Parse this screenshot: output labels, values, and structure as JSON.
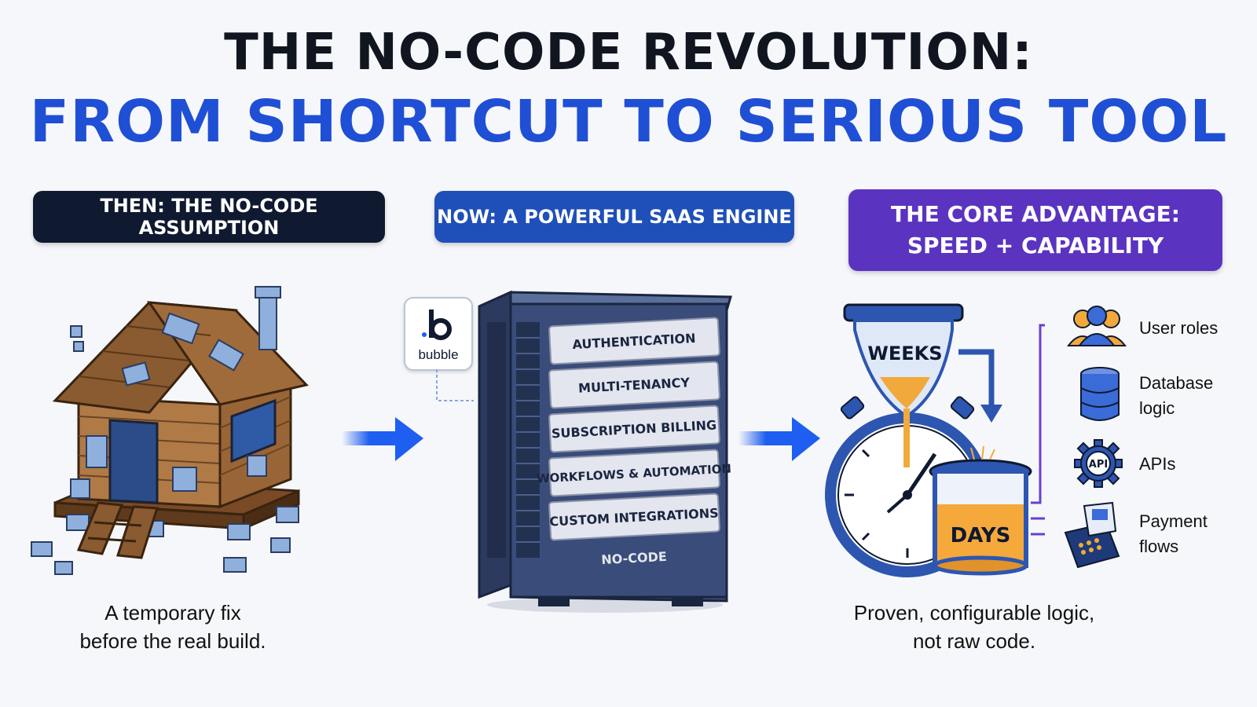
{
  "title": {
    "line1": "THE NO-CODE REVOLUTION:",
    "line2": "FROM SHORTCUT TO SERIOUS TOOL"
  },
  "panels": {
    "then": {
      "label": "THEN: THE NO-CODE ASSUMPTION",
      "caption_line1": "A temporary fix",
      "caption_line2": "before the real build."
    },
    "now": {
      "label": "NOW: A POWERFUL SAAS ENGINE",
      "logo_text": "bubble",
      "server_modules": [
        "AUTHENTICATION",
        "MULTI-TENANCY",
        "SUBSCRIPTION BILLING",
        "WORKFLOWS & AUTOMATION",
        "CUSTOM INTEGRATIONS"
      ],
      "server_footer": "NO-CODE"
    },
    "core": {
      "label_line1": "THE CORE ADVANTAGE:",
      "label_line2": "SPEED + CAPABILITY",
      "hourglass_label": "WEEKS",
      "jar_label": "DAYS",
      "features": [
        {
          "icon": "user-roles-icon",
          "line1": "User roles",
          "line2": ""
        },
        {
          "icon": "database-icon",
          "line1": "Database",
          "line2": "logic"
        },
        {
          "icon": "api-gear-icon",
          "line1": "APIs",
          "line2": "",
          "icon_text": "API"
        },
        {
          "icon": "payment-terminal-icon",
          "line1": "Payment",
          "line2": "flows"
        }
      ],
      "caption_line1": "Proven, configurable logic,",
      "caption_line2": "not raw code."
    }
  },
  "colors": {
    "dark_navy": "#0f1930",
    "blue": "#1f4fb8",
    "purple": "#5a34c0",
    "title_blue": "#1f4fd4",
    "arrow_blue": "#1e5ef0"
  }
}
